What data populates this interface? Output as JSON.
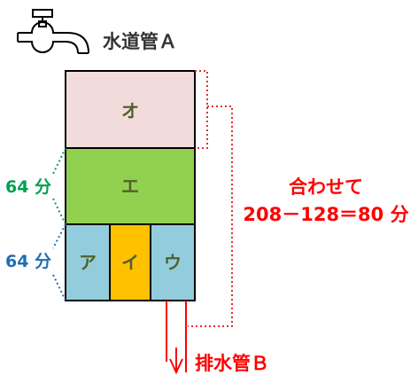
{
  "faucet_label": "水道管Ａ",
  "drain_label": "排水管Ｂ",
  "regions": {
    "o": "オ",
    "e": "エ",
    "a": "ア",
    "i": "イ",
    "u": "ウ"
  },
  "volumes": {
    "upper": "64 分",
    "lower": "64 分"
  },
  "total": {
    "line1": "合わせて",
    "line2": "208－128＝80 分"
  },
  "colors": {
    "region_o": "#f2dcdb",
    "region_e": "#92d050",
    "region_a": "#93cddd",
    "region_i": "#ffc000",
    "region_u": "#93cddd",
    "label_text": "#4f6228",
    "upper_volume": "#00a050",
    "lower_volume": "#1f6eb4",
    "total_text": "#ff0000",
    "dotted_red": "#e03030"
  }
}
